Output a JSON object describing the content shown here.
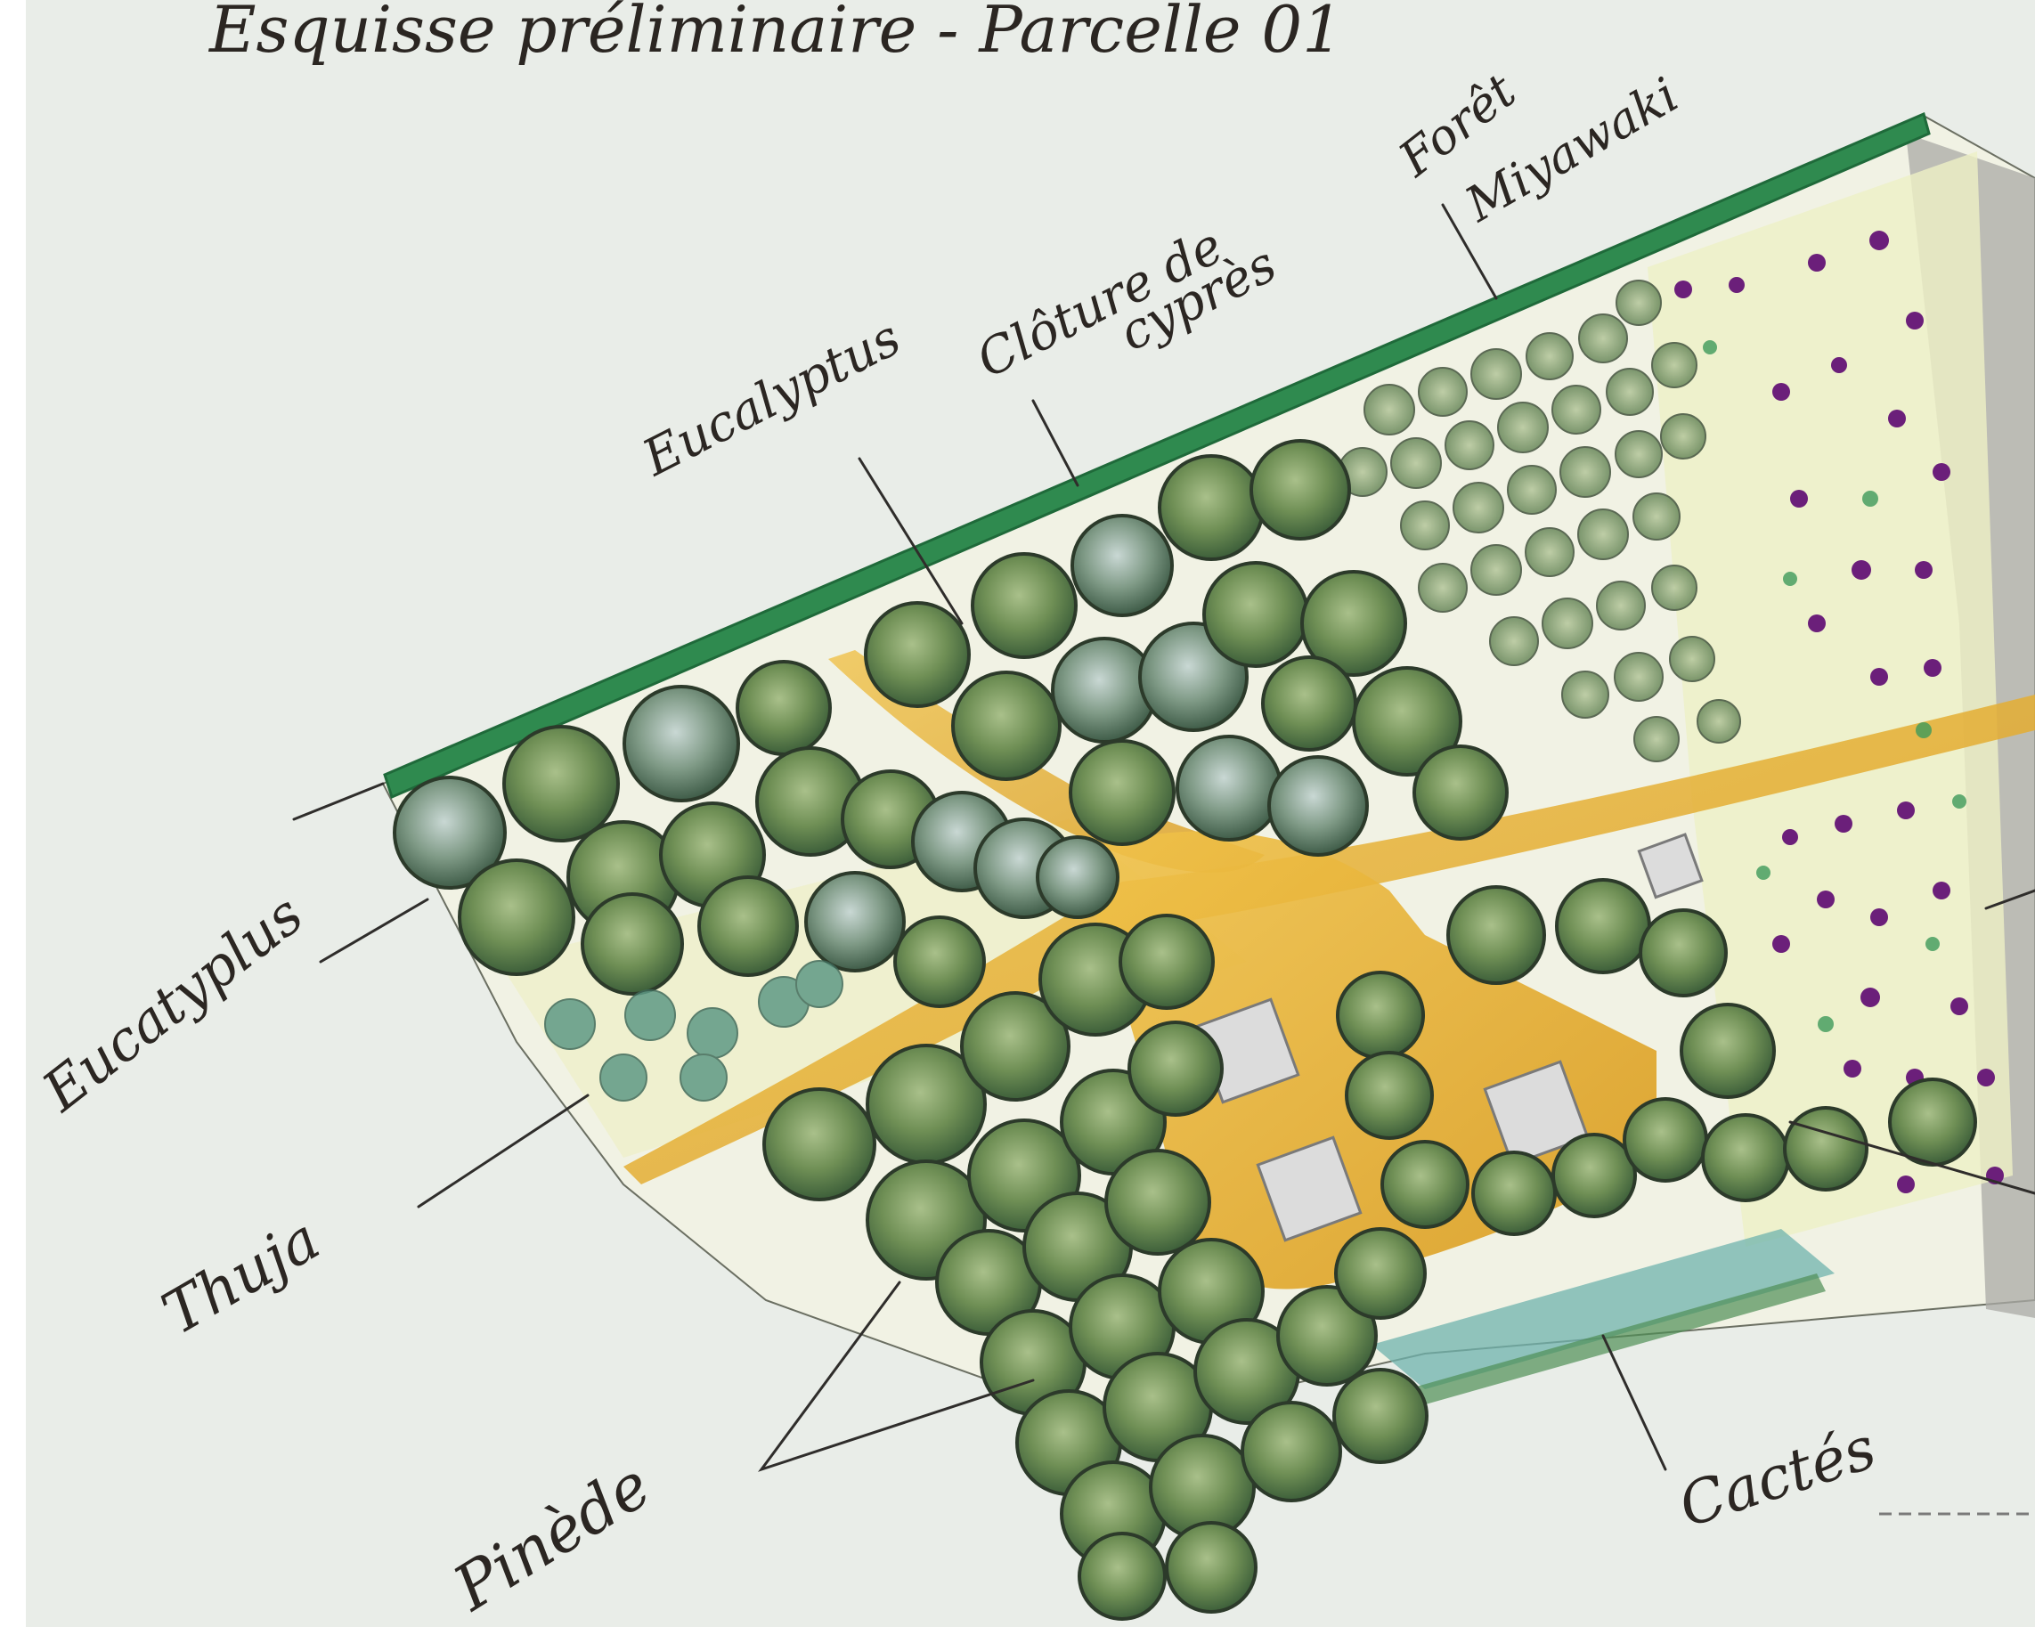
{
  "title": "Esquisse préliminaire - Parcelle 01",
  "labels": {
    "eucalyptus_left": "Eucatyplus",
    "eucalyptus_top": "Eucalyptus",
    "cypress_fence": "Clôture de cyprès",
    "cypress_fence_line1": "Clôture de",
    "cypress_fence_line2": "cyprès",
    "miyawaki_line1": "Forêt",
    "miyawaki_line2": "Miyawaki",
    "thuja": "Thuja",
    "pinede": "Pinède",
    "cactus": "Cactés"
  },
  "colors": {
    "paper": "#e9ede8",
    "hedge_green": "#2f8a4f",
    "tree_dark": "#3d5f3a",
    "tree_mid": "#6f8f55",
    "path_ochre": "#e1a824",
    "flower_purple": "#6b1f7a",
    "cactus_teal": "#6fb3ad",
    "terrace_grey": "#d9d9d9"
  }
}
